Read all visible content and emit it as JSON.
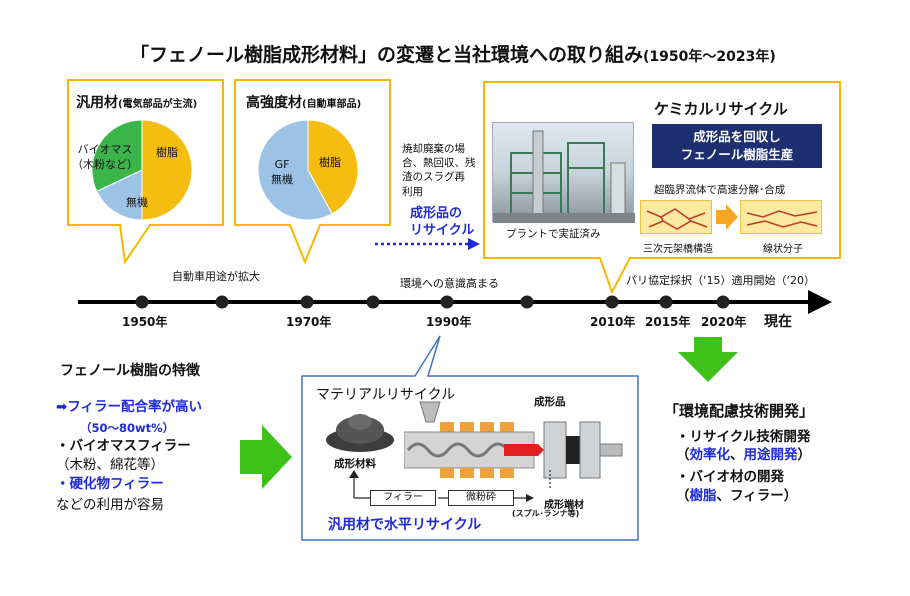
{
  "title": {
    "main": "「フェノール樹脂成形材料」の変遷と当社環境への取り組み",
    "range": "(1950年～2023年)"
  },
  "general_material": {
    "heading": "汎用材",
    "note": "(電気部品が主流)",
    "slices": [
      {
        "label": "樹脂",
        "share": 0.5,
        "color": "#f5bd0f"
      },
      {
        "label": "無機",
        "share": 0.18,
        "color": "#9cc3e6"
      },
      {
        "label": "バイオマス（木粉など）",
        "label_line1": "バイオマス",
        "label_line2": "（木粉など）",
        "share": 0.32,
        "color": "#3ab54a"
      }
    ]
  },
  "high_strength_material": {
    "heading": "高強度材",
    "note": "(自動車部品)",
    "slices": [
      {
        "label": "樹脂",
        "share": 0.42,
        "color": "#f5bd0f"
      },
      {
        "label": "GF無機",
        "label_line1": "GF",
        "label_line2": "無機",
        "share": 0.58,
        "color": "#9cc3e6"
      }
    ]
  },
  "disposal_note": {
    "line1": "焼却廃棄の場",
    "line2": "合、熱回収、残",
    "line3": "渣のスラグ再",
    "line4": "利用"
  },
  "molded_recycle": {
    "line1": "成形品の",
    "line2": "リサイクル"
  },
  "chemical_recycle": {
    "heading": "ケミカルリサイクル",
    "banner_line1": "成形品を回収し",
    "banner_line2": "フェノール樹脂生産",
    "plant_caption": "プラントで実証済み",
    "process_note": "超臨界流体で高速分解･合成",
    "from_label": "三次元架橋構造",
    "to_label": "線状分子"
  },
  "timeline": {
    "events": {
      "auto_expansion": "自動車用途が拡大",
      "env_awareness": "環境への意識高まる",
      "paris_agreement": "パリ協定採択（‘15）適用開始（‘20）"
    },
    "years": [
      "1950年",
      "1970年",
      "1990年",
      "2010年",
      "2015年",
      "2020年"
    ],
    "now": "現在"
  },
  "features": {
    "heading": "フェノール樹脂の特徴",
    "filler_rate": "➡フィラー配合率が高い",
    "filler_range": "（50～80wt%）",
    "biomass_filler": "・バイオマスフィラー",
    "biomass_examples": "（木粉、綿花等）",
    "hardened_filler": "・硬化物フィラー",
    "easy_use": "などの利用が容易"
  },
  "material_recycle": {
    "heading": "マテリアルリサイクル",
    "molding_material": "成形材料",
    "molded_product": "成形品",
    "filler": "フィラー",
    "pulverize": "微粉砕",
    "scrap": "成形端材",
    "scrap_note": "(スプル･ランナ等)",
    "horizontal": "汎用材で水平リサイクル"
  },
  "eco_dev": {
    "heading": "「環境配慮技術開発」",
    "recycle_tech": "・リサイクル技術開発",
    "recycle_detail_open": "（",
    "efficiency": "効率化",
    "sep": "、",
    "applications": "用途開発",
    "recycle_detail_close": "）",
    "bio_material": "・バイオ材の開発",
    "bio_open": "（",
    "resin": "樹脂",
    "bio_rest": "、フィラー）"
  },
  "colors": {
    "callout_border": "#f5b800",
    "timeline": "#000000",
    "accent_blue": "#1f2bd6",
    "arrow_green": "#3ec21a",
    "recycle_box_border": "#4472c4",
    "banner": "#1d2f6f"
  }
}
